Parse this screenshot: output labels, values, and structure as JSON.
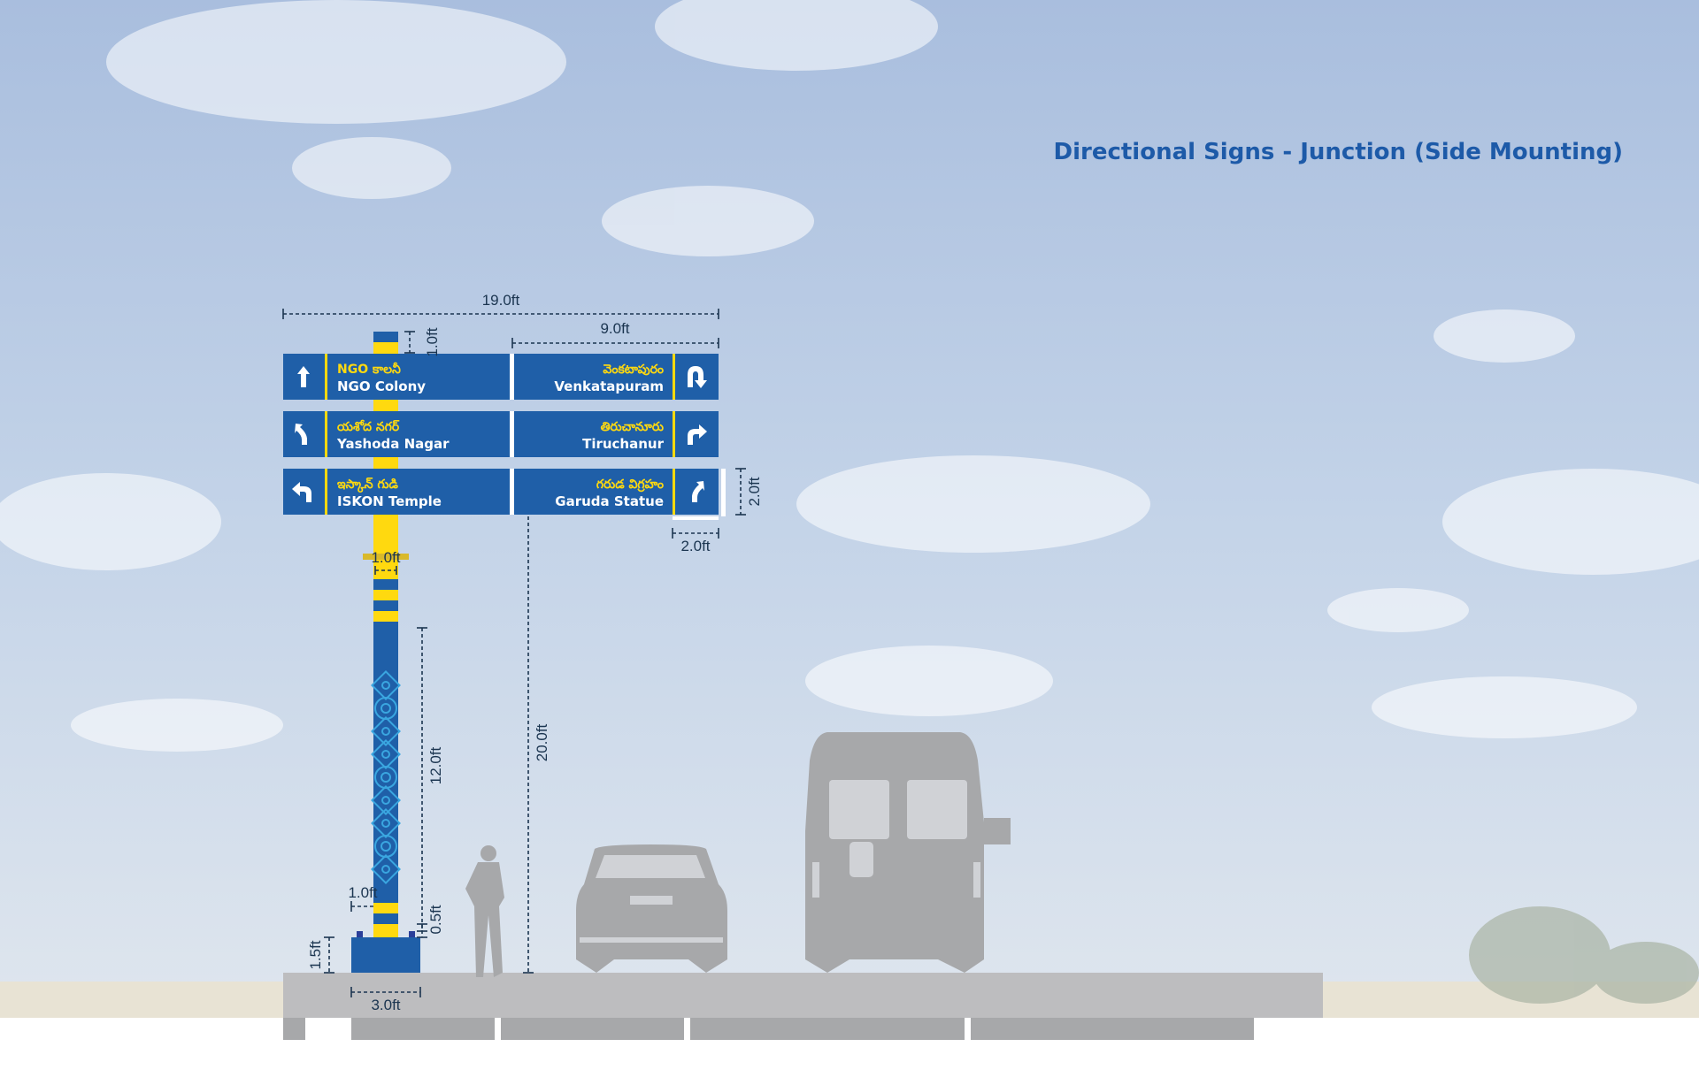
{
  "title": "Directional Signs - Junction (Side Mounting)",
  "colors": {
    "sign_blue": "#1f5fa8",
    "accent_yellow": "#ffd90f",
    "ground_gray": "#bdbdbf",
    "silhouette_gray": "#a7a8aa",
    "dimension_text": "#1b3550"
  },
  "signs": [
    {
      "left": {
        "telugu": "NGO కాలనీ",
        "english": "NGO Colony",
        "icon": "arrow-up-icon"
      },
      "right": {
        "telugu": "వెంకటాపురం",
        "english": "Venkatapuram",
        "icon": "u-turn-icon"
      }
    },
    {
      "left": {
        "telugu": "యశోద నగర్",
        "english": "Yashoda Nagar",
        "icon": "arrow-bear-left-icon"
      },
      "right": {
        "telugu": "తిరుచానూరు",
        "english": "Tiruchanur",
        "icon": "arrow-turn-right-icon"
      }
    },
    {
      "left": {
        "telugu": "ఇస్కాన్ గుడి",
        "english": "ISKON Temple",
        "icon": "arrow-turn-left-icon"
      },
      "right": {
        "telugu": "గరుడ విగ్రహం",
        "english": "Garuda Statue",
        "icon": "arrow-bear-right-icon"
      }
    }
  ],
  "dimensions": {
    "total_width": "19.0ft",
    "right_arm": "9.0ft",
    "pole_top": "1.0ft",
    "sign_height": "2.0ft",
    "icon_width": "2.0ft",
    "pole_width": "1.0ft",
    "pole_pattern_height": "12.0ft",
    "clearance": "20.0ft",
    "pole_offset": "1.0ft",
    "band_height": "0.5ft",
    "base_height": "1.5ft",
    "base_width": "3.0ft"
  }
}
